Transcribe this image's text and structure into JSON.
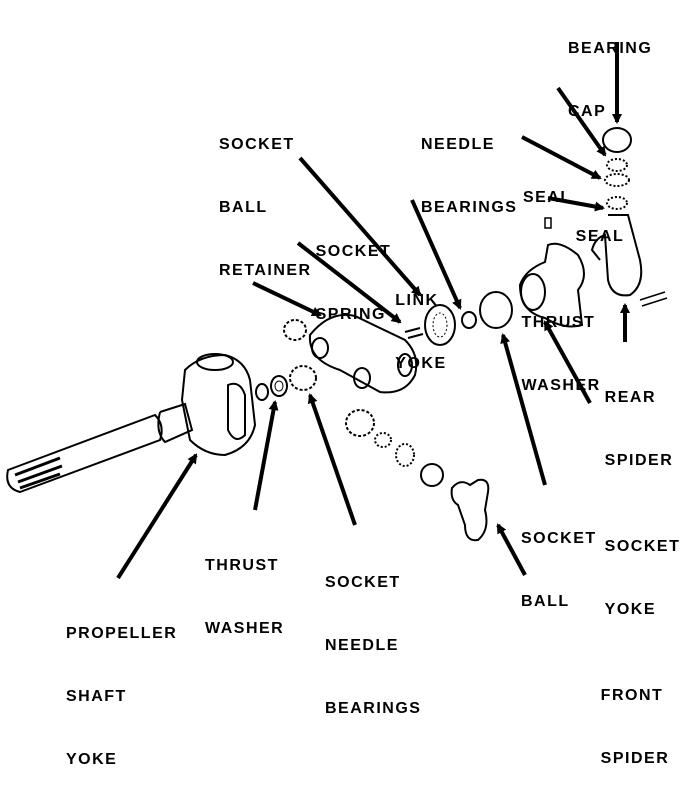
{
  "diagram": {
    "colors": {
      "ink": "#000000",
      "background": "#ffffff"
    },
    "labels": {
      "bearing_cap": [
        "BEARING",
        "CAP"
      ],
      "seal_top": [
        "SEAL"
      ],
      "needle_bearings": [
        "NEEDLE",
        "BEARINGS"
      ],
      "seal_lower": [
        "SEAL"
      ],
      "socket_ball_retainer": [
        "SOCKET",
        "BALL",
        "RETAINER"
      ],
      "thrust_washer_top": [
        "THRUST",
        "WASHER"
      ],
      "socket_spring": [
        "SOCKET",
        "SPRING"
      ],
      "link_yoke": [
        "LINK",
        "YOKE"
      ],
      "rear_spider": [
        "REAR",
        "SPIDER"
      ],
      "socket_yoke": [
        "SOCKET",
        "YOKE"
      ],
      "socket_ball": [
        "SOCKET",
        "BALL"
      ],
      "thrust_washer_bottom": [
        "THRUST",
        "WASHER"
      ],
      "socket_needle_bearings": [
        "SOCKET",
        "NEEDLE",
        "BEARINGS"
      ],
      "front_spider": [
        "FRONT",
        "SPIDER"
      ],
      "propeller_shaft_yoke": [
        "PROPELLER",
        "SHAFT",
        "YOKE"
      ]
    }
  }
}
